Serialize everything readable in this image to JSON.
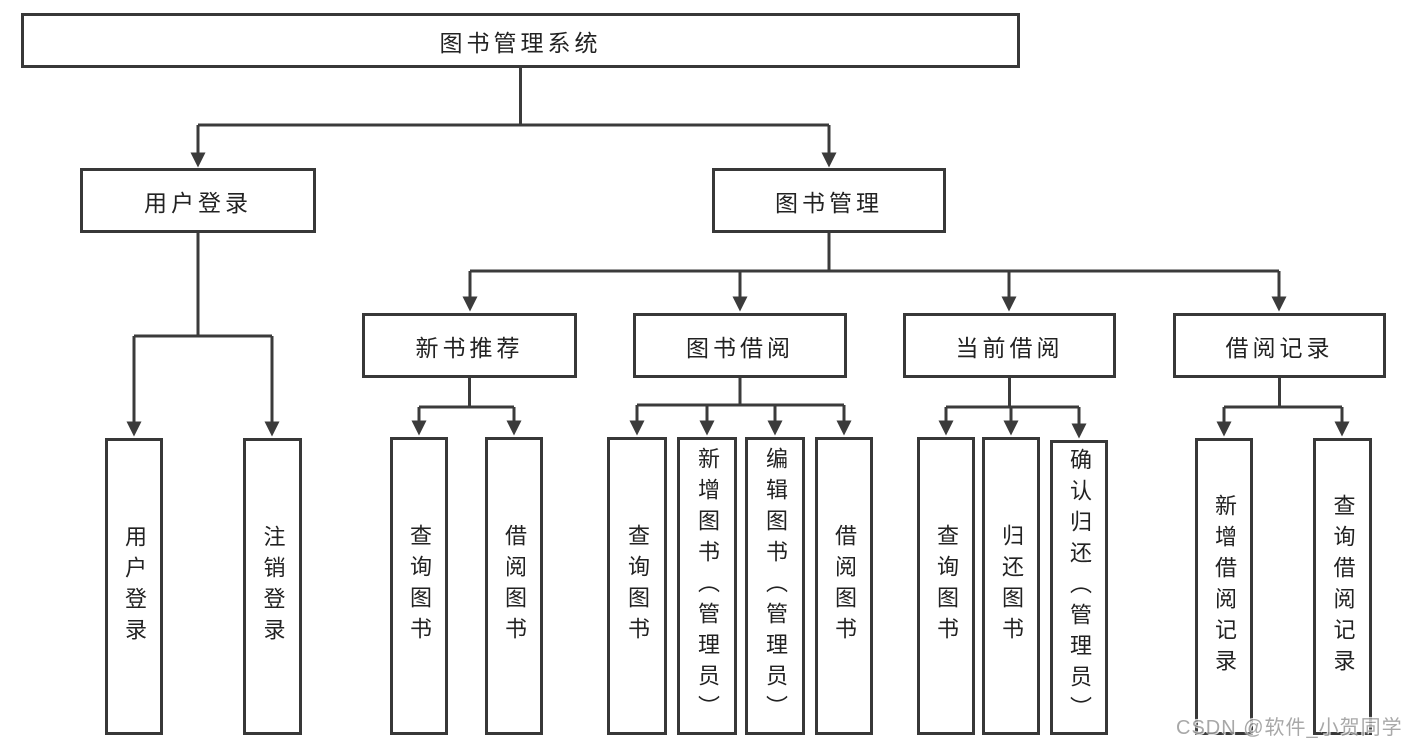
{
  "diagram": {
    "root": {
      "label": "图书管理系统"
    },
    "level2": [
      {
        "label": "用户登录"
      },
      {
        "label": "图书管理"
      }
    ],
    "level3": [
      {
        "label": "新书推荐"
      },
      {
        "label": "图书借阅"
      },
      {
        "label": "当前借阅"
      },
      {
        "label": "借阅记录"
      }
    ],
    "leaves": {
      "user_login": [
        "用户登录",
        "注销登录"
      ],
      "new_books": [
        "查询图书",
        "借阅图书"
      ],
      "book_borrow": [
        "查询图书",
        "新增图书（管理员）",
        "编辑图书（管理员）",
        "借阅图书"
      ],
      "current_borrow": [
        "查询图书",
        "归还图书",
        "确认归还（管理员）"
      ],
      "borrow_records": [
        "新增借阅记录",
        "查询借阅记录"
      ]
    }
  },
  "watermark": {
    "text": "CSDN @软件_小贺同学"
  },
  "colors": {
    "line": "#3b3b3b",
    "border": "#383838",
    "text": "#222222",
    "watermark": "#9a9a9a",
    "background": "#ffffff"
  }
}
